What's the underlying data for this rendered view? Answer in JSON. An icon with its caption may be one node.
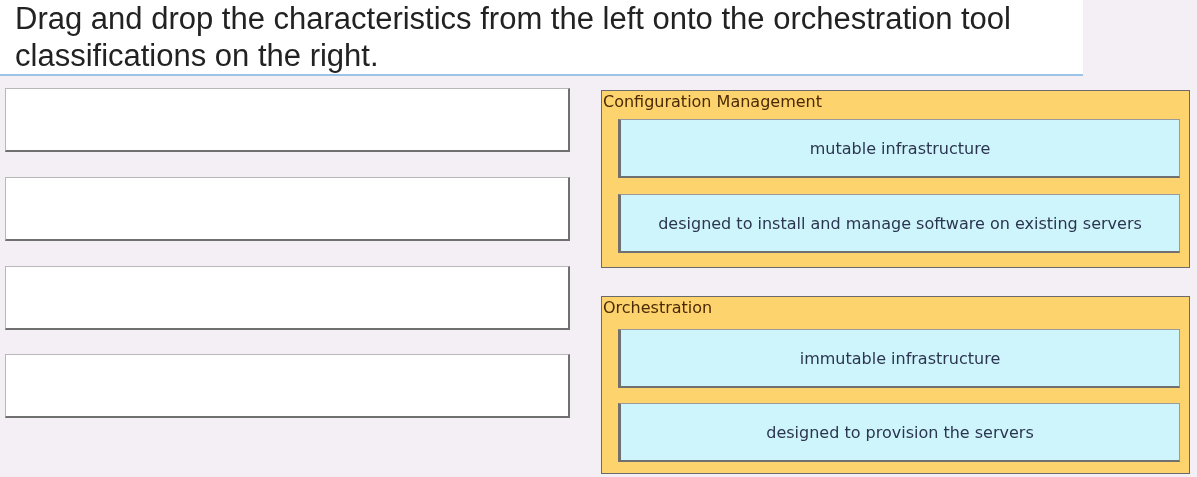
{
  "diagram": {
    "title": "Drag and drop the characteristics from the left onto the orchestration tool classifications on the right.",
    "nodes": [
      {
        "text": [],
        "shape": "box"
      },
      {
        "text": [],
        "shape": "box"
      },
      {
        "text": [],
        "shape": "box"
      },
      {
        "text": [],
        "shape": "box"
      },
      {
        "text": [
          "Configuration Management"
        ]
      },
      {
        "text": [
          "mutable infrastructure"
        ],
        "in": 4
      },
      {
        "text": [
          "designed to install and manage software on existing servers"
        ],
        "in": 4
      },
      {
        "text": [
          "Orchestration"
        ]
      },
      {
        "text": [
          "immutable infrastructure"
        ],
        "in": 7
      },
      {
        "text": [
          "designed to provision the servers"
        ],
        "in": 7
      }
    ],
    "edges": []
  }
}
